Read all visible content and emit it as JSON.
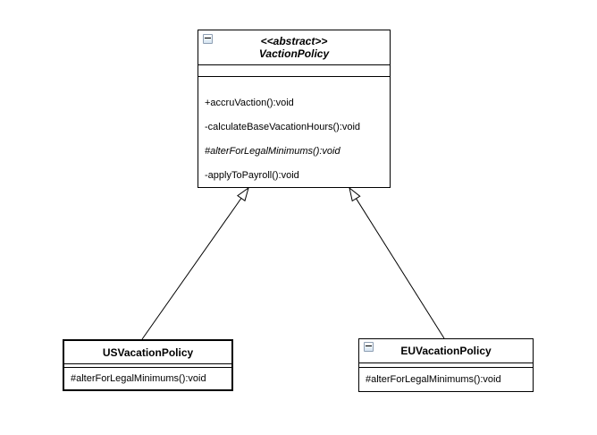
{
  "diagram": {
    "type": "uml-class-diagram",
    "classes": {
      "vacation_policy": {
        "stereotype": "<<abstract>>",
        "name": "VactionPolicy",
        "collapse_icon": "minus-square-icon",
        "attributes": [],
        "methods": [
          {
            "text": "+accruVaction():void",
            "italic": false
          },
          {
            "text": "-calculateBaseVacationHours():void",
            "italic": false
          },
          {
            "text": "#alterForLegalMinimums():void",
            "italic": true
          },
          {
            "text": "-applyToPayroll():void",
            "italic": false
          }
        ]
      },
      "us_policy": {
        "name": "USVacationPolicy",
        "attributes": [],
        "methods": [
          {
            "text": "#alterForLegalMinimums():void",
            "italic": false
          }
        ]
      },
      "eu_policy": {
        "name": "EUVacationPolicy",
        "collapse_icon": "minus-square-icon",
        "attributes": [],
        "methods": [
          {
            "text": "#alterForLegalMinimums():void",
            "italic": false
          }
        ]
      }
    },
    "relations": [
      {
        "type": "generalization",
        "from": "USVacationPolicy",
        "to": "VactionPolicy"
      },
      {
        "type": "generalization",
        "from": "EUVacationPolicy",
        "to": "VactionPolicy"
      }
    ],
    "colors": {
      "stroke": "#000000",
      "fill": "#ffffff",
      "collapse_icon_border": "#8e9fb3",
      "collapse_icon_fill": "#d6e4f2"
    }
  }
}
